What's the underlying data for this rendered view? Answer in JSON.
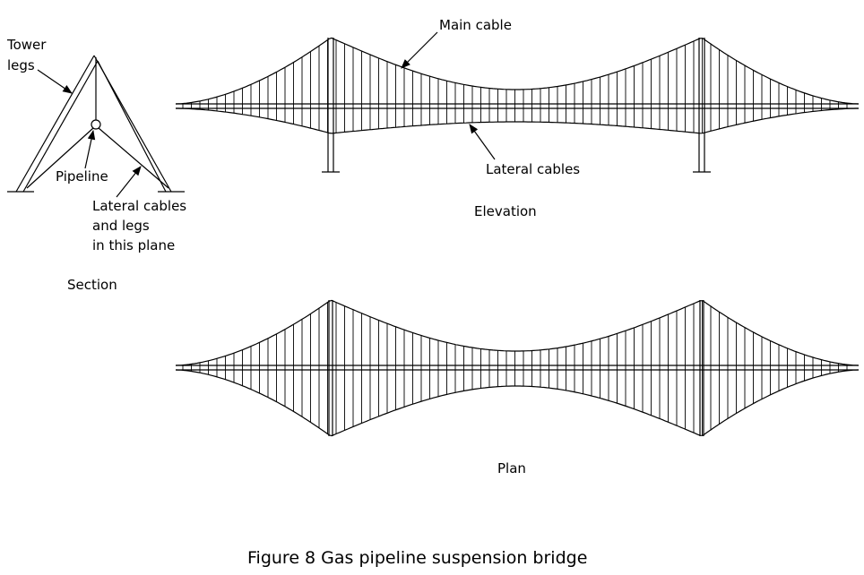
{
  "labels": {
    "tower_legs_1": "Tower",
    "tower_legs_2": "legs",
    "pipeline": "Pipeline",
    "lateral_plane_1": "Lateral cables",
    "lateral_plane_2": "and legs",
    "lateral_plane_3": "in this plane",
    "section": "Section",
    "main_cable": "Main cable",
    "lateral_cables": "Lateral cables",
    "elevation": "Elevation",
    "plan": "Plan"
  },
  "caption": "Figure 8  Gas pipeline suspension bridge",
  "colors": {
    "line": "#000000",
    "background": "#ffffff"
  }
}
